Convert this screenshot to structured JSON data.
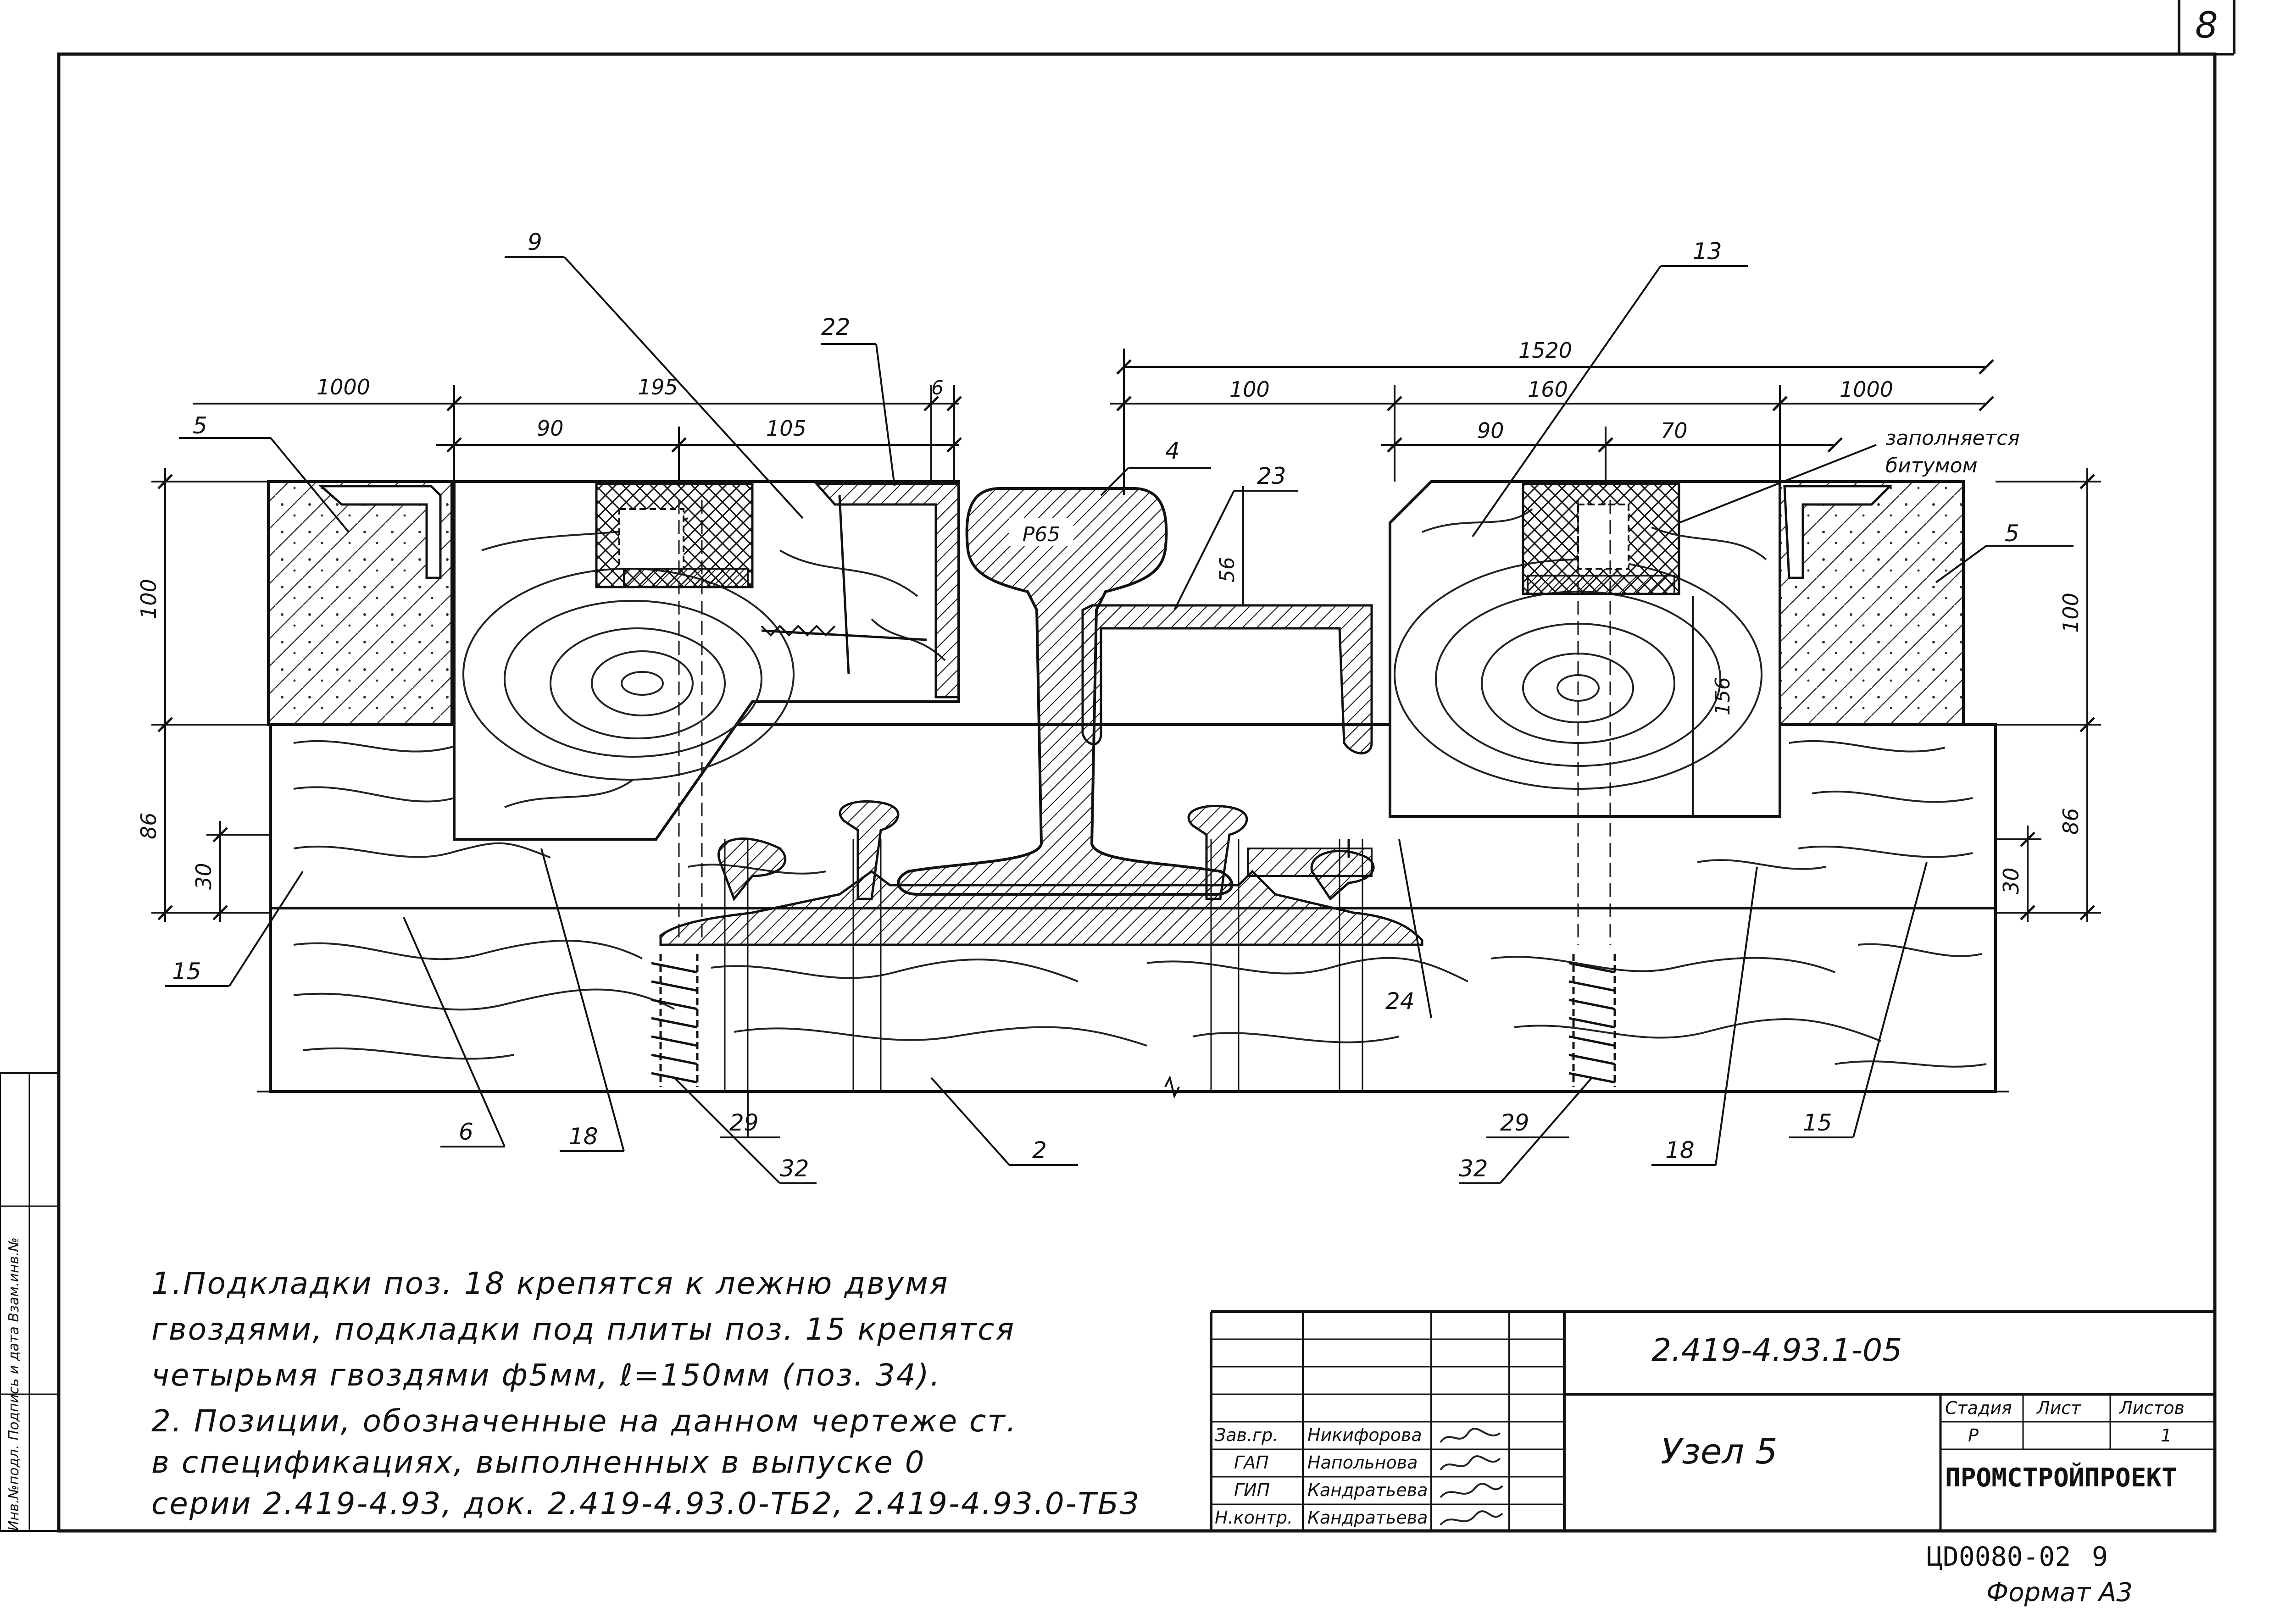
{
  "sheet_number": "8",
  "dimensions": {
    "d1000_left": "1000",
    "d195": "195",
    "d6": "6",
    "d90_left": "90",
    "d105": "105",
    "d1520": "1520",
    "d100_top": "100",
    "d160": "160",
    "d1000_right": "1000",
    "d90_right": "90",
    "d70": "70",
    "d100_left_vertical": "100",
    "d86_left": "86",
    "d30_left": "30",
    "d56": "56",
    "d156": "156",
    "d100_right_vertical": "100",
    "d86_right": "86",
    "d30_right": "30"
  },
  "rail_label": "Р65",
  "bitumen_note": [
    "заполняется",
    "битумом"
  ],
  "positions": {
    "p9": "9",
    "p22": "22",
    "p5_left": "5",
    "p4": "4",
    "p23": "23",
    "p13": "13",
    "p5_right": "5",
    "p15_left": "15",
    "p6": "6",
    "p18_left": "18",
    "p29_left": "29",
    "p32_left": "32",
    "p2": "2",
    "p24": "24",
    "p29_right": "29",
    "p32_right": "32",
    "p18_right": "18",
    "p15_right": "15"
  },
  "notes": [
    "1.Подкладки поз. 18 крепятся к лежню двумя",
    "  гвоздями, подкладки под плиты поз. 15 крепятся",
    "  четырьмя гвоздями ф5мм, ℓ=150мм (поз. 34).",
    "2. Позиции, обозначенные на данном чертеже ст.",
    "  в спецификациях, выполненных в выпуске 0",
    "  серии 2.419-4.93, док. 2.419-4.93.0-ТБ2, 2.419-4.93.0-ТБ3"
  ],
  "title_block": {
    "doc_code": "2.419-4.93.1-05",
    "title": "Узел 5",
    "stage_header": "Стадия",
    "sheet_header": "Лист",
    "sheets_header": "Листов",
    "stage": "Р",
    "sheets": "1",
    "organization": "ПРОМСТРОЙПРОЕКТ",
    "staff": [
      {
        "role": "Зав.гр.",
        "name": "Никифорова"
      },
      {
        "role": "ГАП",
        "name": "Напольнова"
      },
      {
        "role": "ГИП",
        "name": "Кандратьева"
      },
      {
        "role": "Н.контр.",
        "name": "Кандратьева"
      }
    ]
  },
  "archive_code": "ЦD0080-02",
  "archive_page": "9",
  "format": "Формат А3",
  "side_stamp": "Инв.№подл.  Подпись и дата  Взам.инв.№"
}
